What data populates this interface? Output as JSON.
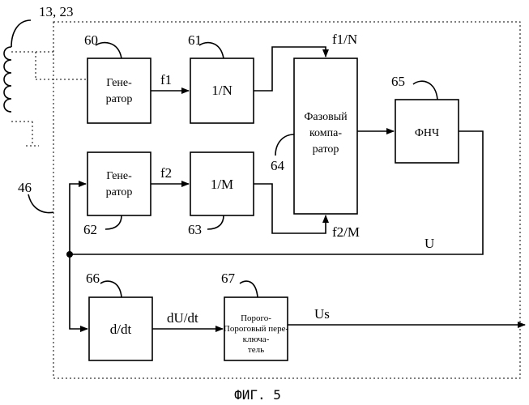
{
  "refs": {
    "coil": "13, 23",
    "node": "46",
    "gen1": "60",
    "div_n": "61",
    "gen2": "62",
    "div_m": "63",
    "phase": "64",
    "lpf": "65",
    "deriv": "66",
    "thresh": "67"
  },
  "blocks": {
    "gen1": [
      "Гене-",
      "ратор"
    ],
    "gen2": [
      "Гене-",
      "ратор"
    ],
    "div_n": "1/N",
    "div_m": "1/M",
    "phase": [
      "Фазовый",
      "компа-",
      "ратор"
    ],
    "lpf": "ФНЧ",
    "deriv": "d/dt",
    "thresh": [
      "Пороговый пере-",
      "ключа-",
      "тель"
    ]
  },
  "signals": {
    "f1": "f1",
    "f2": "f2",
    "f1n": "f1/N",
    "f2m": "f2/M",
    "u": "U",
    "du": "dU/dt",
    "us": "Us"
  },
  "caption": "ФИГ. 5"
}
